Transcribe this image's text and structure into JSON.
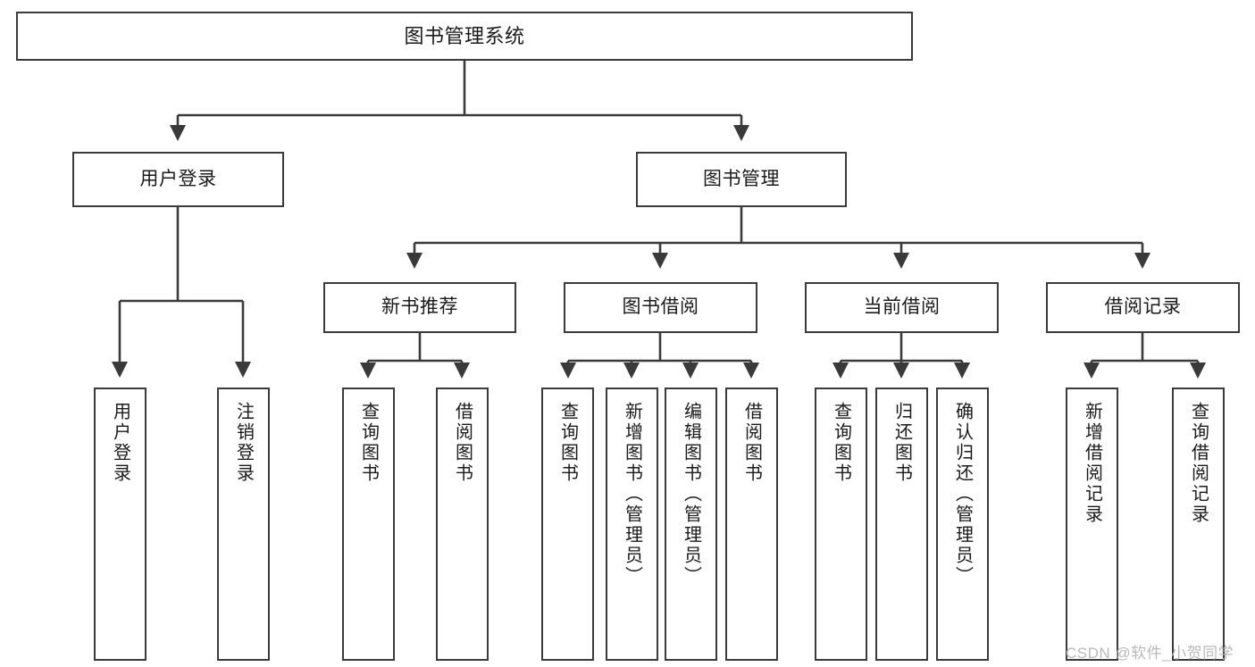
{
  "diagram": {
    "type": "tree-hierarchy",
    "title": "图书管理系统",
    "watermark": "CSDN @软件_小贺同学",
    "colors": {
      "box_border": "#3a3a3a",
      "box_fill": "#ffffff",
      "connector": "#3a3a3a",
      "text": "#1a1a1a",
      "watermark": "#b9b9b9"
    },
    "nodes": {
      "root": {
        "label": "图书管理系统"
      },
      "level2": [
        {
          "id": "user-login",
          "label": "用户登录"
        },
        {
          "id": "book-management",
          "label": "图书管理"
        }
      ],
      "level3": [
        {
          "id": "new-book-recommend",
          "label": "新书推荐"
        },
        {
          "id": "book-borrow",
          "label": "图书借阅"
        },
        {
          "id": "current-borrow",
          "label": "当前借阅"
        },
        {
          "id": "borrow-record",
          "label": "借阅记录"
        }
      ],
      "leaves_user_login": [
        {
          "id": "leaf-user-login",
          "label": "用户登录"
        },
        {
          "id": "leaf-logout-login",
          "label": "注销登录"
        }
      ],
      "leaves_new_book_recommend": [
        {
          "id": "leaf-query-book-1",
          "label": "查询图书"
        },
        {
          "id": "leaf-borrow-book-1",
          "label": "借阅图书"
        }
      ],
      "leaves_book_borrow": [
        {
          "id": "leaf-query-book-2",
          "label": "查询图书"
        },
        {
          "id": "leaf-add-book-admin",
          "label": "新增图书（管理员）"
        },
        {
          "id": "leaf-edit-book-admin",
          "label": "编辑图书（管理员）"
        },
        {
          "id": "leaf-borrow-book-2",
          "label": "借阅图书"
        }
      ],
      "leaves_current_borrow": [
        {
          "id": "leaf-query-book-3",
          "label": "查询图书"
        },
        {
          "id": "leaf-return-book",
          "label": "归还图书"
        },
        {
          "id": "leaf-confirm-return-admin",
          "label": "确认归还（管理员）"
        }
      ],
      "leaves_borrow_record": [
        {
          "id": "leaf-add-borrow-record",
          "label": "新增借阅记录"
        },
        {
          "id": "leaf-query-borrow-record",
          "label": "查询借阅记录"
        }
      ]
    }
  }
}
